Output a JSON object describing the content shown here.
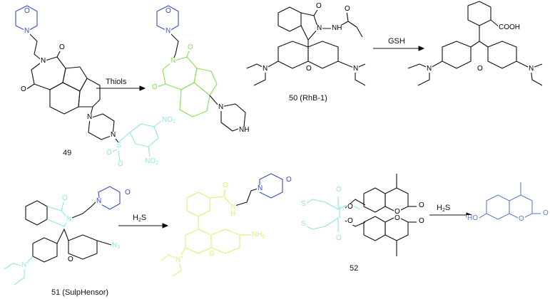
{
  "colors": {
    "bond": "#111111",
    "morpholine": "#3b4fc4",
    "naphthalimide_product": "#86df5a",
    "cleavable_group": "#8fe8e0",
    "rhodamine_product": "#e2ec7a",
    "umbelliferone": "#5b7fd4"
  },
  "reactions": [
    {
      "compound": "49",
      "reagent": "Thiols"
    },
    {
      "compound": "50 (RhB-1)",
      "reagent": "GSH"
    },
    {
      "compound": "51 (SulpHensor)",
      "reagent": "H2S",
      "reagent_sub": "2"
    },
    {
      "compound": "52",
      "reagent": "H2S",
      "reagent_sub": "2"
    }
  ],
  "labels": {
    "c49": "49",
    "c50": "50 (RhB-1)",
    "c51": "51 (SulpHensor)",
    "c52": "52",
    "r1": "Thiols",
    "r2": "GSH",
    "r3_h": "H",
    "r3_sub": "2",
    "r3_s": "S",
    "r4_h": "H",
    "r4_sub": "2",
    "r4_s": "S"
  },
  "atoms": {
    "O": "O",
    "N": "N",
    "NH": "NH",
    "S": "S",
    "NO2": "NO",
    "two": "2",
    "COOH": "COOH",
    "HO": "HO",
    "N3": "N",
    "three": "3",
    "NH2": "NH",
    "H": "H",
    "Nplus": "N",
    "plus": "+"
  }
}
